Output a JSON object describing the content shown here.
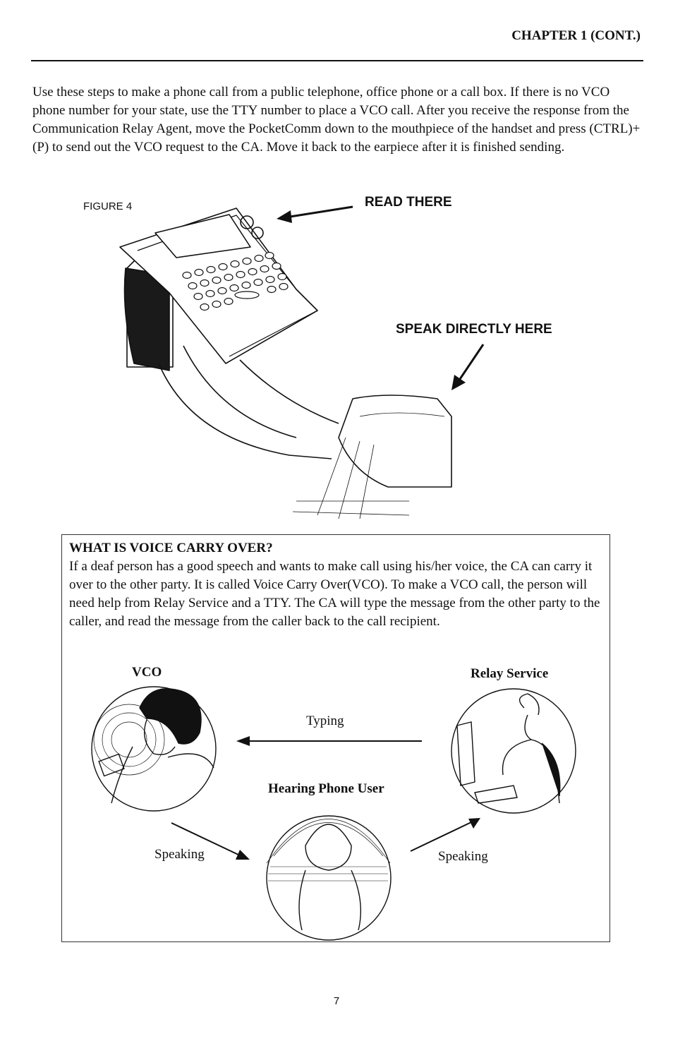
{
  "header": {
    "chapter": "CHAPTER 1 (CONT.)"
  },
  "intro": "Use these steps to make a phone call from a public telephone, office phone or a call box. If there is no VCO phone number for your state, use the TTY number to place a VCO call. After you receive the response from the Communication Relay Agent, move the PocketComm down to the mouthpiece of the handset and press (CTRL)+(P) to send out the VCO request to the CA. Move it back to the earpiece after it is finished sending.",
  "figure": {
    "label": "FIGURE 4",
    "read_there": "READ THERE",
    "speak_here": "SPEAK DIRECTLY HERE"
  },
  "vco_box": {
    "title": "WHAT IS VOICE CARRY OVER?",
    "text": "If a deaf person has a good speech and wants to make call using his/her voice, the CA can carry it over to the other party. It is called Voice Carry Over(VCO). To make a VCO call, the person will need help from Relay Service and a TTY.   The CA will type the message from the other party to the caller, and read the message from the caller back to the call recipient.",
    "diagram": {
      "vco_label": "VCO",
      "relay_label": "Relay Service",
      "hearing_label": "Hearing Phone User",
      "typing_label": "Typing",
      "speaking_left": "Speaking",
      "speaking_right": "Speaking"
    }
  },
  "page_number": "7"
}
